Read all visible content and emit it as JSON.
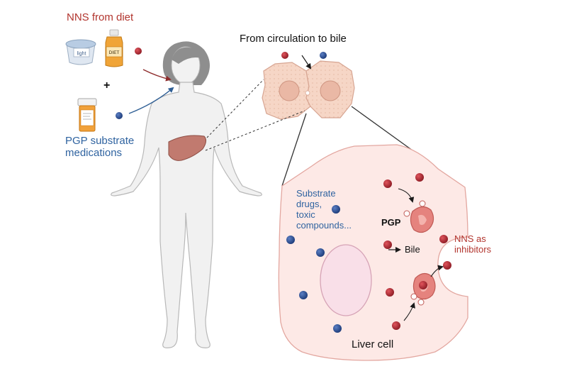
{
  "labels": {
    "nns_from_diet": "NNS from diet",
    "plus": "+",
    "pgp_substrate_line1": "PGP substrate",
    "pgp_substrate_line2": "medications",
    "from_circulation": "From circulation to bile",
    "substrate_line1": "Substrate",
    "substrate_line2": "drugs,",
    "substrate_line3": "toxic",
    "substrate_line4": "compounds...",
    "pgp": "PGP",
    "bile": "Bile",
    "nns_inhib_line1": "NNS as",
    "nns_inhib_line2": "inhibitors",
    "liver_cell": "Liver cell",
    "yogurt_text": "light",
    "bottle_text": "DIET"
  },
  "colors": {
    "nns_red": "#a8202a",
    "substrate_blue": "#274b8c",
    "cell_fill": "#fde9e6",
    "cell_stroke": "#e3a7a0",
    "hepatocyte_fill": "#f6d6c6",
    "body_fill": "#f1f1f1",
    "liver_fill": "#c17a6f",
    "nucleus_fill": "#f9dfe8",
    "pgp_fill": "#e5837e"
  },
  "icons": [
    "yogurt-cup-icon",
    "diet-bottle-icon",
    "pill-bottle-icon",
    "human-body-icon",
    "liver-icon",
    "hepatocyte-pair-icon",
    "pgp-transporter-icon"
  ]
}
